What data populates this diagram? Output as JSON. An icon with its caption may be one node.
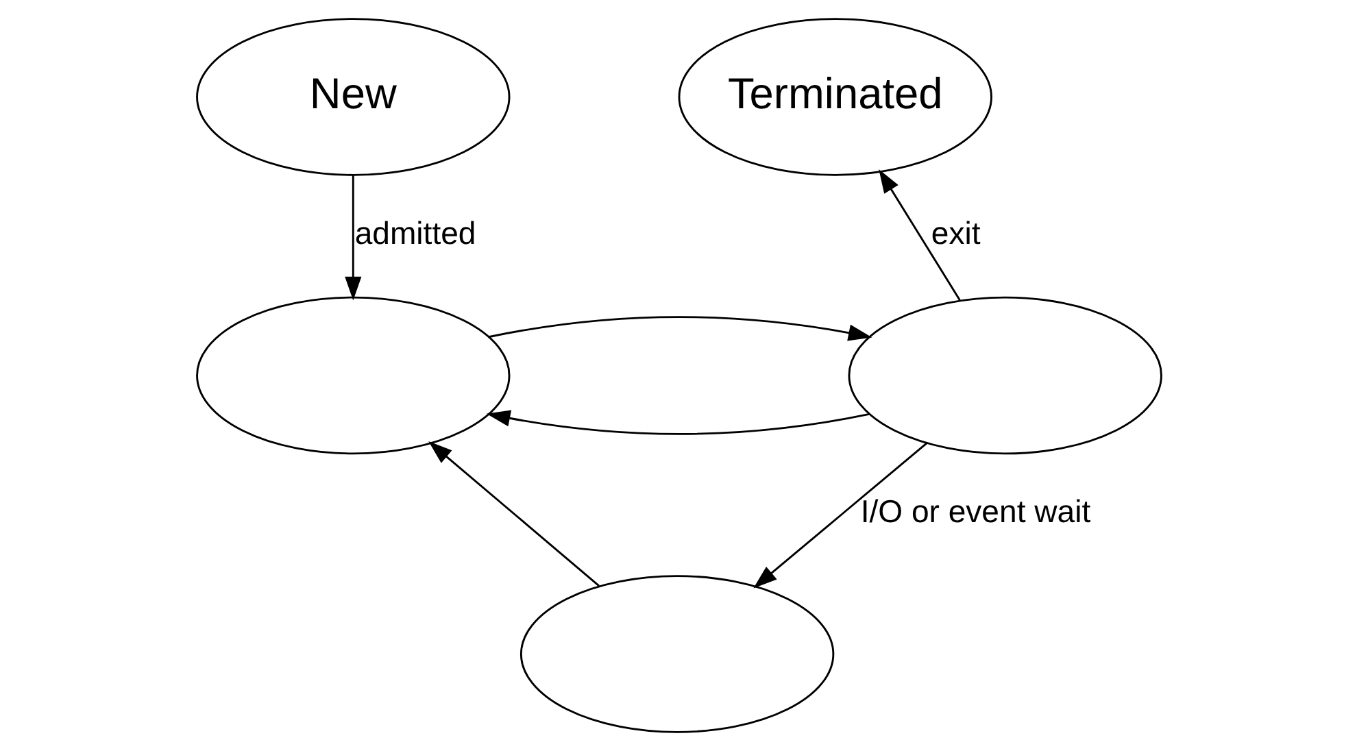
{
  "diagram": {
    "nodes": [
      {
        "text": [
          "New"
        ]
      },
      {
        "text": [
          "Terminated"
        ]
      },
      {
        "text": [],
        "shape": "ellipse"
      },
      {
        "text": [],
        "shape": "ellipse"
      },
      {
        "text": [],
        "shape": "ellipse"
      }
    ],
    "edges": [
      {
        "from": 0,
        "to": 2,
        "arrow": "to",
        "label": "admitted"
      },
      {
        "from": 3,
        "to": 2,
        "arrow": "to"
      },
      {
        "from": 2,
        "to": 3,
        "arrow": "to"
      },
      {
        "from": 3,
        "to": 1,
        "arrow": "to",
        "label": "exit"
      },
      {
        "from": 3,
        "to": 4,
        "arrow": "to",
        "label": "I/O or event wait"
      },
      {
        "from": 4,
        "to": 2,
        "arrow": "to"
      }
    ]
  }
}
